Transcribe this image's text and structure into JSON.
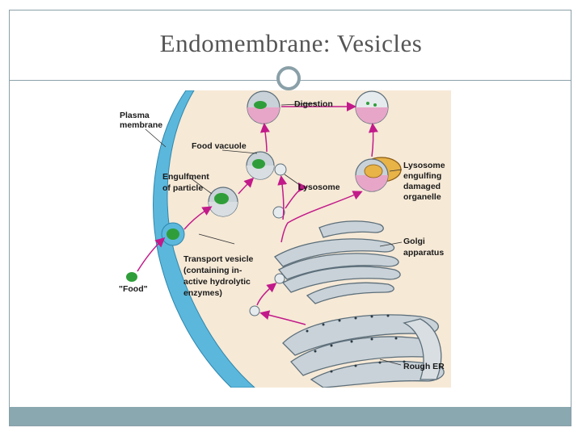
{
  "slide": {
    "title": "Endomembrane: Vesicles"
  },
  "diagram": {
    "labels": {
      "plasma_membrane": [
        "Plasma",
        "membrane"
      ],
      "food_vacuole": "Food vacuole",
      "engulfment": [
        "Engulfment",
        "of particle"
      ],
      "digestion": "Digestion",
      "lysosome": "Lysosome",
      "lysosome_engulfing": [
        "Lysosome",
        "engulfing",
        "damaged",
        "organelle"
      ],
      "golgi": [
        "Golgi",
        "apparatus"
      ],
      "transport_vesicle": [
        "Transport vesicle",
        "(containing in-",
        "active hydrolytic",
        "enzymes)"
      ],
      "food": "\"Food\"",
      "rough_er": "Rough ER"
    },
    "colors": {
      "membrane_blue": "#5bb8dc",
      "cytoplasm": "#f6e9d6",
      "arrow": "#c21a8a",
      "food_green": "#2f9e3a",
      "vesicle_pink": "#e7a6c8",
      "organelle_grey": "#c9d2d8",
      "organelle_edge": "#5c6e7a",
      "mitochondrion": "#e8b347"
    }
  }
}
